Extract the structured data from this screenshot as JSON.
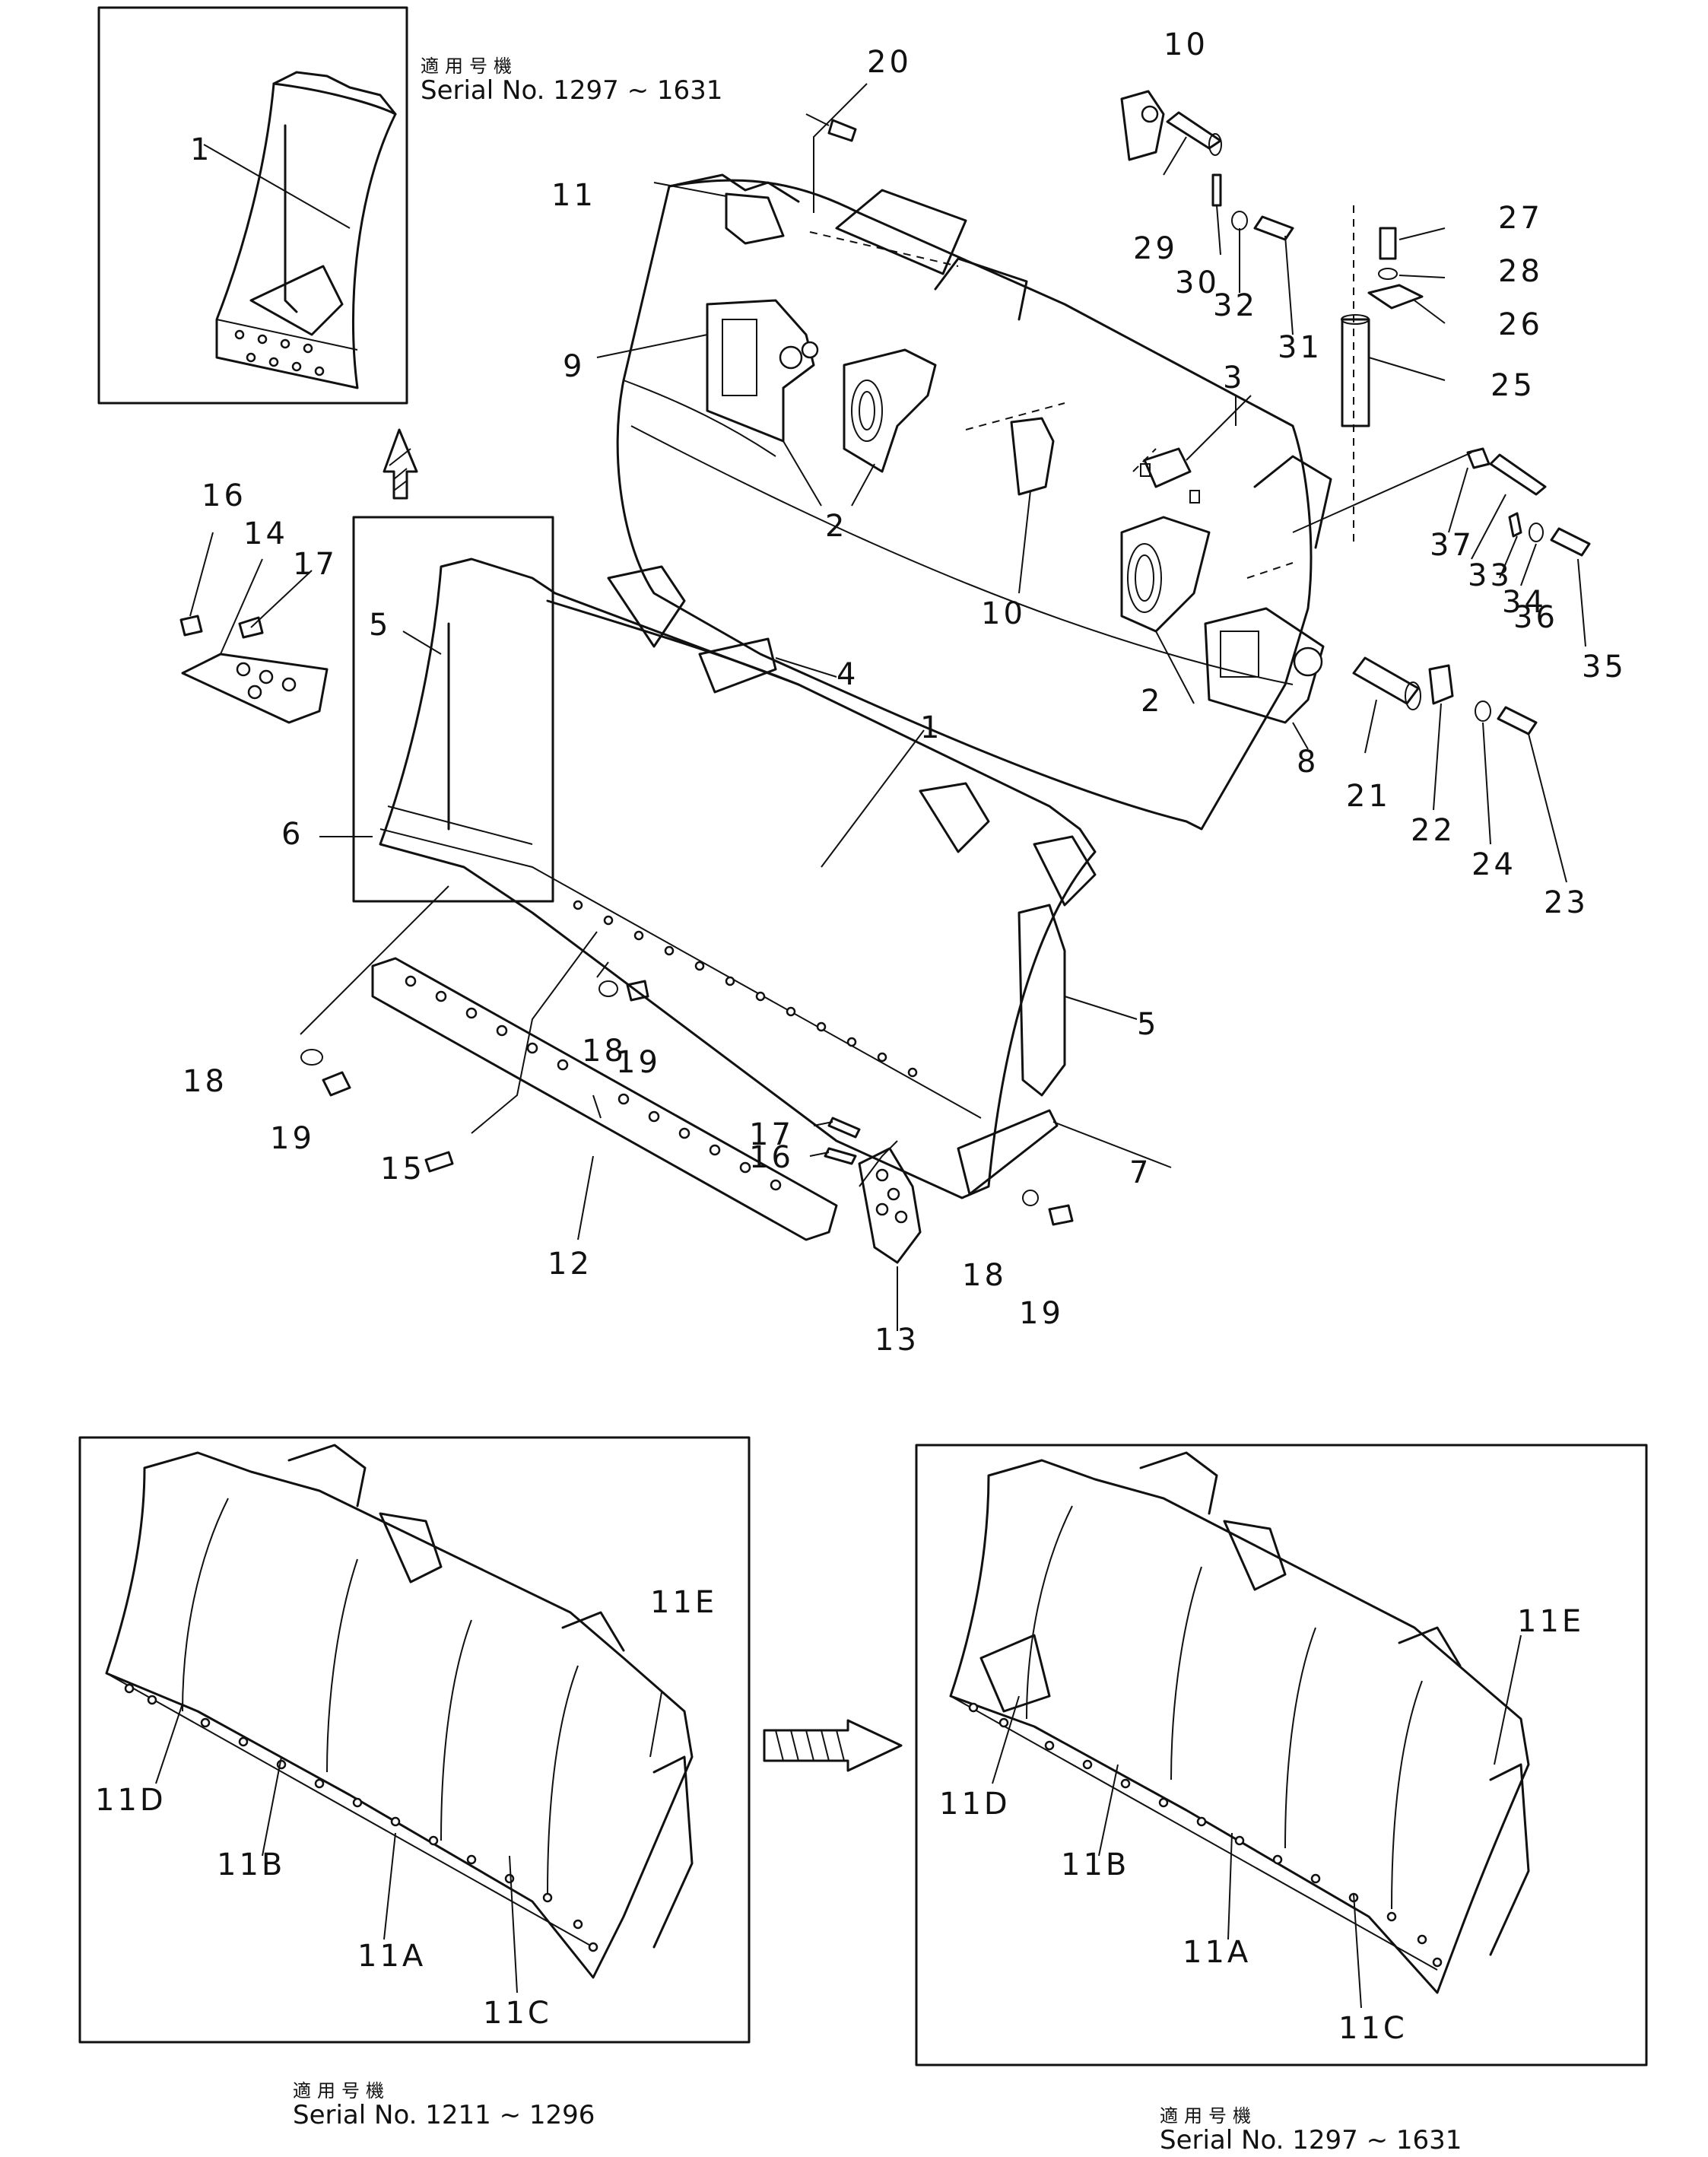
{
  "insets": {
    "top_left": {
      "jp": "適用号機",
      "serial": "Serial  No. 1297 ~ 1631",
      "callout": "1"
    },
    "bottom_left": {
      "jp": "適用号機",
      "serial": "Serial  No. 1211  ~ 1296"
    },
    "bottom_right": {
      "jp": "適用号機",
      "serial": "Serial  No. 1297 ~ 1631"
    }
  },
  "callouts": [
    {
      "id": "c20",
      "text": "20"
    },
    {
      "id": "c10a",
      "text": "10"
    },
    {
      "id": "c11",
      "text": "11"
    },
    {
      "id": "c29",
      "text": "29"
    },
    {
      "id": "c30",
      "text": "30"
    },
    {
      "id": "c32",
      "text": "32"
    },
    {
      "id": "c31",
      "text": "31"
    },
    {
      "id": "c27",
      "text": "27"
    },
    {
      "id": "c28",
      "text": "28"
    },
    {
      "id": "c26",
      "text": "26"
    },
    {
      "id": "c25",
      "text": "25"
    },
    {
      "id": "c9",
      "text": "9"
    },
    {
      "id": "c2a",
      "text": "2"
    },
    {
      "id": "c3",
      "text": "3"
    },
    {
      "id": "c10b",
      "text": "10"
    },
    {
      "id": "c37",
      "text": "37"
    },
    {
      "id": "c33",
      "text": "33"
    },
    {
      "id": "c34",
      "text": "34"
    },
    {
      "id": "c36",
      "text": "36"
    },
    {
      "id": "c35",
      "text": "35"
    },
    {
      "id": "c2b",
      "text": "2"
    },
    {
      "id": "c8",
      "text": "8"
    },
    {
      "id": "c21",
      "text": "21"
    },
    {
      "id": "c22",
      "text": "22"
    },
    {
      "id": "c24",
      "text": "24"
    },
    {
      "id": "c23",
      "text": "23"
    },
    {
      "id": "c16a",
      "text": "16"
    },
    {
      "id": "c14",
      "text": "14"
    },
    {
      "id": "c17a",
      "text": "17"
    },
    {
      "id": "c5a",
      "text": "5"
    },
    {
      "id": "c4",
      "text": "4"
    },
    {
      "id": "c1",
      "text": "1"
    },
    {
      "id": "c6",
      "text": "6"
    },
    {
      "id": "c5b",
      "text": "5"
    },
    {
      "id": "c18a",
      "text": "18"
    },
    {
      "id": "c19a",
      "text": "19"
    },
    {
      "id": "c18b",
      "text": "18"
    },
    {
      "id": "c19b",
      "text": "19"
    },
    {
      "id": "c15",
      "text": "15"
    },
    {
      "id": "c17b",
      "text": "17"
    },
    {
      "id": "c16b",
      "text": "16"
    },
    {
      "id": "c7",
      "text": "7"
    },
    {
      "id": "c12",
      "text": "12"
    },
    {
      "id": "c18c",
      "text": "18"
    },
    {
      "id": "c19c",
      "text": "19"
    },
    {
      "id": "c13",
      "text": "13"
    },
    {
      "id": "bl11E",
      "text": "11E"
    },
    {
      "id": "bl11D",
      "text": "11D"
    },
    {
      "id": "bl11B",
      "text": "11B"
    },
    {
      "id": "bl11A",
      "text": "11A"
    },
    {
      "id": "bl11C",
      "text": "11C"
    },
    {
      "id": "br11E",
      "text": "11E"
    },
    {
      "id": "br11D",
      "text": "11D"
    },
    {
      "id": "br11B",
      "text": "11B"
    },
    {
      "id": "br11A",
      "text": "11A"
    },
    {
      "id": "br11C",
      "text": "11C"
    }
  ]
}
